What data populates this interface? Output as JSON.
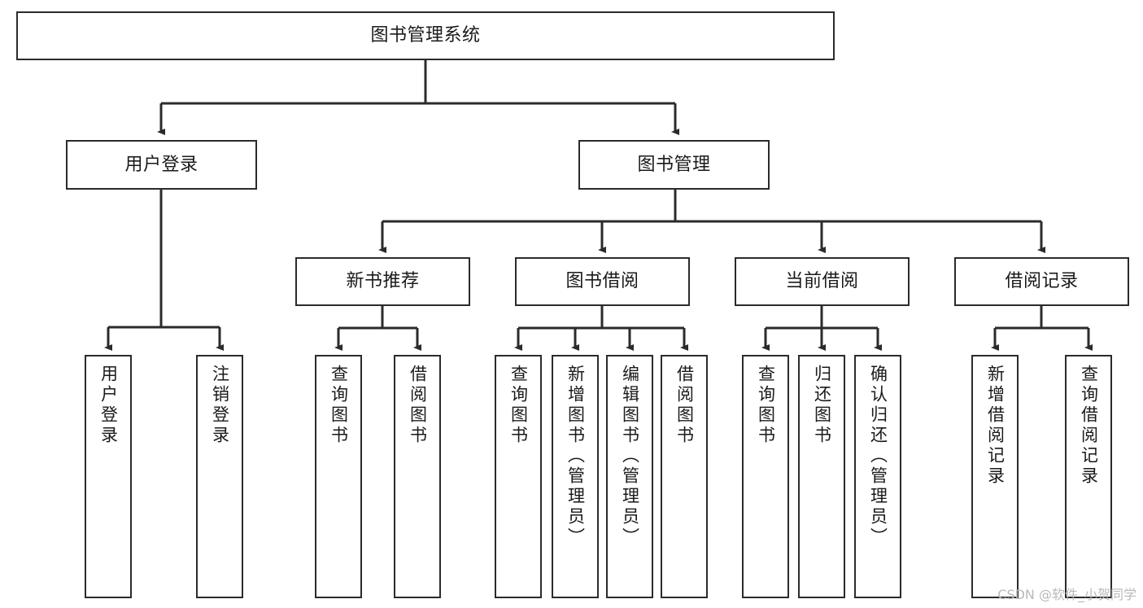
{
  "diagram": {
    "type": "tree",
    "title": "图书管理系统",
    "watermark": "CSDN @软件_小贺同学",
    "colors": {
      "border": "#2b2b2b",
      "background": "#ffffff",
      "text": "#1a1a1a",
      "edge": "#2b2b2b",
      "watermark": "#b9b9b9"
    },
    "nodes": {
      "root": {
        "label": "图书管理系统"
      },
      "level2": [
        {
          "label": "用户登录"
        },
        {
          "label": "图书管理"
        }
      ],
      "level3": [
        {
          "label": "新书推荐"
        },
        {
          "label": "图书借阅"
        },
        {
          "label": "当前借阅"
        },
        {
          "label": "借阅记录"
        }
      ],
      "leaves": {
        "user_login": [
          {
            "label": "用户登录"
          },
          {
            "label": "注销登录"
          }
        ],
        "new_book": [
          {
            "label": "查询图书"
          },
          {
            "label": "借阅图书"
          }
        ],
        "book_borrow": [
          {
            "label": "查询图书"
          },
          {
            "label": "新增图书（管理员）"
          },
          {
            "label": "编辑图书（管理员）"
          },
          {
            "label": "借阅图书"
          }
        ],
        "current_borrow": [
          {
            "label": "查询图书"
          },
          {
            "label": "归还图书"
          },
          {
            "label": "确认归还（管理员）"
          }
        ],
        "borrow_record": [
          {
            "label": "新增借阅记录"
          },
          {
            "label": "查询借阅记录"
          }
        ]
      }
    }
  }
}
